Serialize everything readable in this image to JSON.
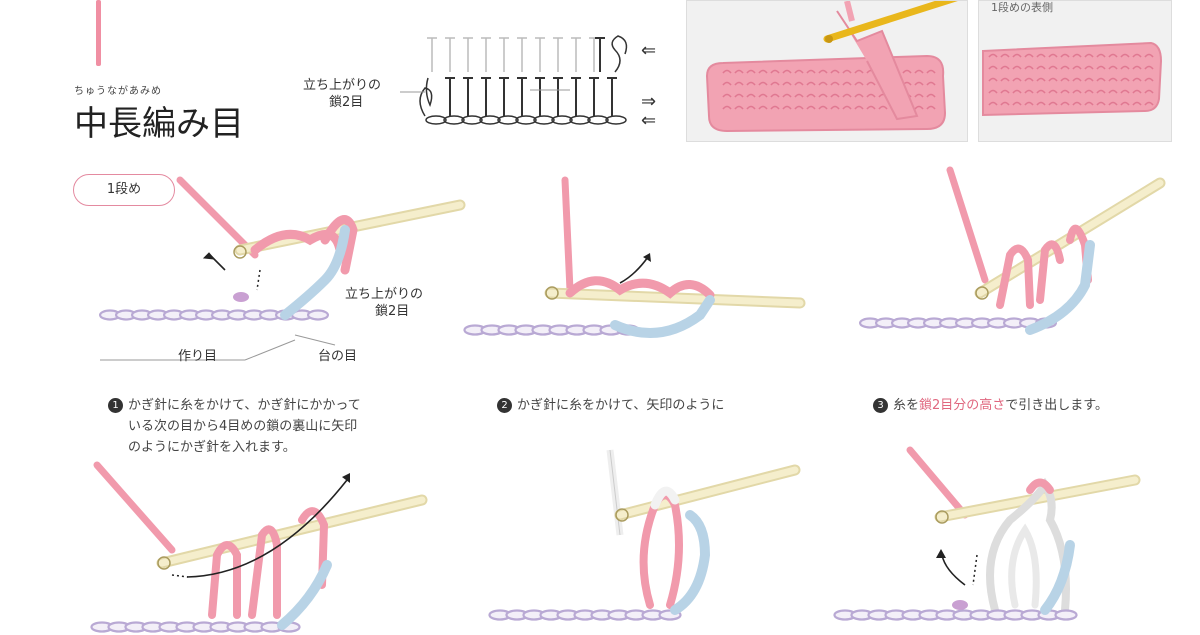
{
  "header": {
    "furigana": "ちゅうながあみめ",
    "title": "中長編み目"
  },
  "symbol_chart": {
    "label_line1": "立ち上がりの",
    "label_line2": "鎖2目"
  },
  "photo": {
    "caption": "1段めの表側"
  },
  "row_badge": "1段め",
  "step1_diagram": {
    "label_chain_line1": "立ち上がりの",
    "label_chain_line2": "鎖2目",
    "label_foundation": "作り目",
    "label_base": "台の目"
  },
  "steps": [
    {
      "number": "1",
      "line1": "かぎ針に糸をかけて、かぎ針にかかって",
      "line2": "いる次の目から4目めの鎖の裏山に矢印",
      "line3": "のようにかぎ針を入れます。"
    },
    {
      "number": "2",
      "line1": "かぎ針に糸をかけて、矢印のように"
    },
    {
      "number": "3",
      "pre": "糸を",
      "hl": "鎖2目分の高さ",
      "post": "で引き出します。"
    }
  ],
  "colors": {
    "accent": "#e0677f",
    "yarn_pink": "#f19aac",
    "yarn_blue": "#b8d3e6",
    "chain_lavender": "#d7cde6",
    "hook": "#f5eecc"
  }
}
